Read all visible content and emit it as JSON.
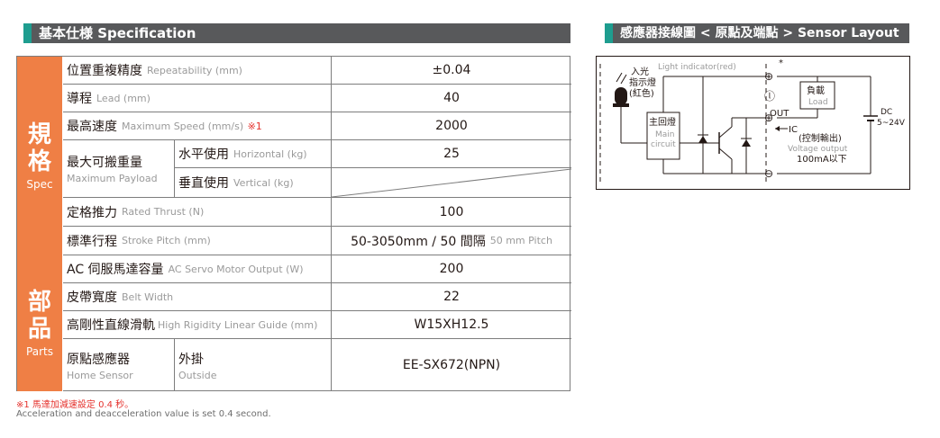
{
  "headers": {
    "spec": "基本仕様 Specification",
    "sensor": "感應器接線圖 < 原點及端點 > Sensor Layout"
  },
  "categories": [
    {
      "zh1": "規",
      "zh2": "格",
      "en": "Spec"
    },
    {
      "zh1": "部",
      "zh2": "品",
      "en": "Parts"
    }
  ],
  "rows": {
    "repeatability": {
      "zh": "位置重複精度",
      "en": "Repeatability (mm)",
      "value": "±0.04"
    },
    "lead": {
      "zh": "導程",
      "en": "Lead (mm)",
      "value": "40"
    },
    "max_speed": {
      "zh": "最高速度",
      "en": "Maximum Speed (mm/s)",
      "note": "※1",
      "value": "2000"
    },
    "payload": {
      "zh": "最大可搬重量",
      "en": "Maximum Payload",
      "horizontal": {
        "zh": "水平使用",
        "en": "Horizontal (kg)",
        "value": "25"
      },
      "vertical": {
        "zh": "垂直使用",
        "en": "Vertical (kg)",
        "value": ""
      }
    },
    "rated_thrust": {
      "zh": "定格推力",
      "en": "Rated Thrust (N)",
      "value": "100"
    },
    "stroke": {
      "zh": "標準行程",
      "en": "Stroke Pitch (mm)",
      "value": "50-3050mm / 50 間隔",
      "value_en": "50 mm Pitch"
    },
    "servo": {
      "zh": "AC 伺服馬達容量",
      "en": "AC Servo Motor Output (W)",
      "value": "200"
    },
    "belt": {
      "zh": "皮帶寬度",
      "en": "Belt Width",
      "value": "22"
    },
    "guide": {
      "zh": "高剛性直線滑軌",
      "en": "High Rigidity Linear Guide (mm)",
      "value": "W15XH12.5"
    },
    "home": {
      "zh": "原點感應器",
      "en": "Home Sensor",
      "sub_zh": "外掛",
      "sub_en": "Outside",
      "value": "EE-SX672(NPN)"
    }
  },
  "notes": {
    "line1": "※1 馬達加減速設定 0.4 秒。",
    "line2": "Acceleration and deacceleration value is set 0.4 second."
  },
  "diagram": {
    "light_zh1": "入光",
    "light_zh2": "指示燈",
    "light_zh3": "(紅色)",
    "light_en": "Light indicator(red)",
    "main_zh": "主回燈",
    "main_en1": "Main",
    "main_en2": "circuit",
    "load_zh": "負載",
    "load_en": "Load",
    "out": "OUT",
    "ic": "IC",
    "ctrl_zh": "(控制輸出)",
    "voltage_en": "Voltage output",
    "current": "100mA以下",
    "dc": "DC",
    "dc_range": "5~24V",
    "plus": "⊕",
    "minus": "⊖",
    "terminal_l": "ⓛ",
    "asterisk": "*"
  },
  "colors": {
    "accent": "#1e9d8f",
    "header_bg": "#58595b",
    "category": "#ef7f45",
    "note_red": "#e5322d"
  }
}
